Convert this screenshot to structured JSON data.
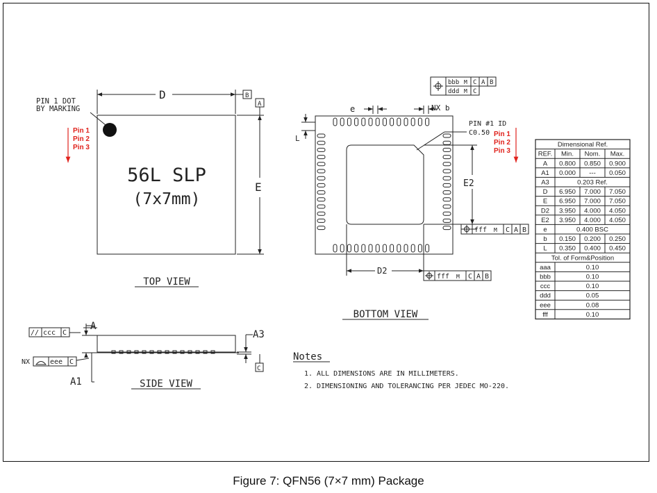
{
  "caption": "Figure 7: QFN56 (7×7 mm) Package",
  "top_view": {
    "pin1_note_line1": "PIN 1 DOT",
    "pin1_note_line2": "BY MARKING",
    "pins": [
      "Pin 1",
      "Pin 2",
      "Pin 3"
    ],
    "dim_d": "D",
    "dim_e": "E",
    "datum_b": "B",
    "datum_a": "A",
    "body_line1": "56L SLP",
    "body_line2": "(7x7mm)",
    "view_label": "TOP VIEW"
  },
  "bottom_view": {
    "fcf_bbb": [
      "bbb",
      "M",
      "C",
      "A",
      "B"
    ],
    "fcf_ddd": [
      "ddd",
      "M",
      "C"
    ],
    "dim_e": "e",
    "nx_b": "NX  b",
    "dim_l": "L",
    "pin1_id": "PIN #1 ID",
    "chamfer": "C0.50",
    "pins": [
      "Pin 1",
      "Pin 2",
      "Pin 3"
    ],
    "dim_e2": "E2",
    "dim_d2": "D2",
    "fcf_e2": [
      "fff",
      "M",
      "C",
      "A",
      "B"
    ],
    "fcf_d2": [
      "fff",
      "M",
      "C",
      "A",
      "B"
    ],
    "view_label": "BOTTOM VIEW"
  },
  "side_view": {
    "fcf_ccc": [
      "//",
      "ccc",
      "C"
    ],
    "fcf_eee_prefix": "NX",
    "fcf_eee": [
      "eee",
      "C"
    ],
    "dim_a": "A",
    "dim_a1": "A1",
    "dim_a3": "A3",
    "datum_c": "C",
    "view_label": "SIDE VIEW"
  },
  "notes": {
    "title": "Notes",
    "items": [
      "1. ALL DIMENSIONS ARE IN MILLIMETERS.",
      "2. DIMENSIONING AND TOLERANCING PER JEDEC MO-220."
    ]
  },
  "dimension_table": {
    "title": "Dimensional Ref.",
    "headers": [
      "REF.",
      "Min.",
      "Nom.",
      "Max."
    ],
    "rows": [
      [
        "A",
        "0.800",
        "0.850",
        "0.900"
      ],
      [
        "A1",
        "0.000",
        "---",
        "0.050"
      ],
      [
        "A3",
        "0.203 Ref."
      ],
      [
        "D",
        "6.950",
        "7.000",
        "7.050"
      ],
      [
        "E",
        "6.950",
        "7.000",
        "7.050"
      ],
      [
        "D2",
        "3.950",
        "4.000",
        "4.050"
      ],
      [
        "E2",
        "3.950",
        "4.000",
        "4.050"
      ],
      [
        "e",
        "0.400 BSC"
      ],
      [
        "b",
        "0.150",
        "0.200",
        "0.250"
      ],
      [
        "L",
        "0.350",
        "0.400",
        "0.450"
      ]
    ],
    "tol_title": "Tol. of Form&Position",
    "tol_rows": [
      [
        "aaa",
        "0.10"
      ],
      [
        "bbb",
        "0.10"
      ],
      [
        "ccc",
        "0.10"
      ],
      [
        "ddd",
        "0.05"
      ],
      [
        "eee",
        "0.08"
      ],
      [
        "fff",
        "0.10"
      ]
    ]
  },
  "colors": {
    "line": "#222222",
    "pin_label": "#e0221c"
  }
}
